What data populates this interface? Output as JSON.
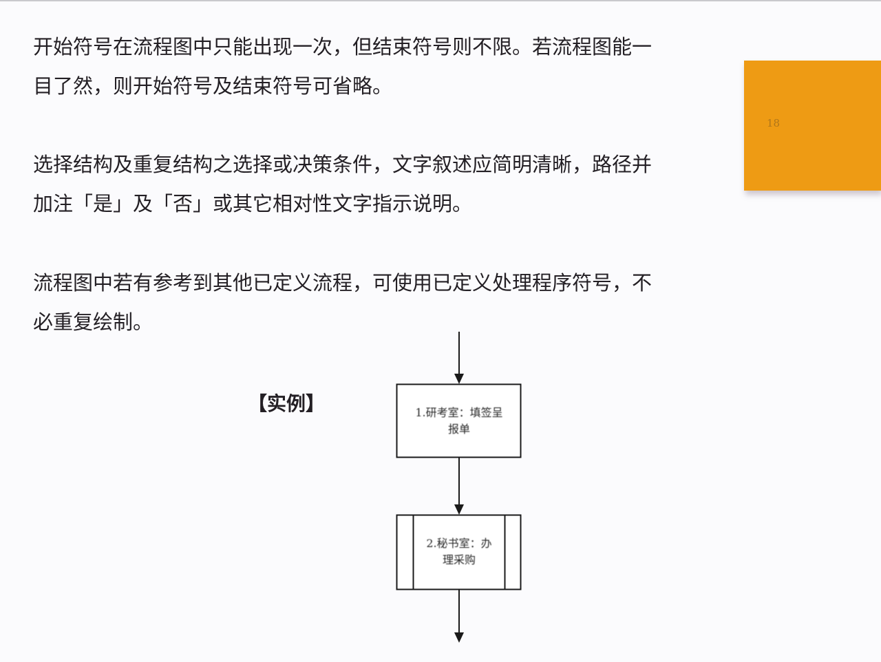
{
  "document": {
    "paragraphs": [
      {
        "lines": [
          "开始符号在流程图中只能出现一次，但结束符号则不限。若流程图能一",
          "目了然，则开始符号及结束符号可省略。"
        ]
      },
      {
        "lines": [
          "选择结构及重复结构之选择或决策条件，文字叙述应简明清晰，路径并",
          "加注「是」及「否」或其它相对性文字指示说明。"
        ]
      },
      {
        "lines": [
          "流程图中若有参考到其他已定义流程，可使用已定义处理程序符号，不",
          "必重复绘制。"
        ]
      }
    ],
    "example_label": "【实例】"
  },
  "side_panel": {
    "page_number": "18",
    "color": "#ee9b14"
  },
  "flowchart": {
    "nodes": [
      {
        "id": "node1",
        "type": "process",
        "lines": [
          "1.研考室：填签呈",
          "报单"
        ]
      },
      {
        "id": "node2",
        "type": "predefined-process",
        "lines": [
          "2.秘书室：办",
          "理采购"
        ]
      }
    ],
    "arrows": [
      {
        "from": "start",
        "to": "node1"
      },
      {
        "from": "node1",
        "to": "node2"
      },
      {
        "from": "node2",
        "to": "end"
      }
    ],
    "line_color": "#1a1a1a"
  }
}
